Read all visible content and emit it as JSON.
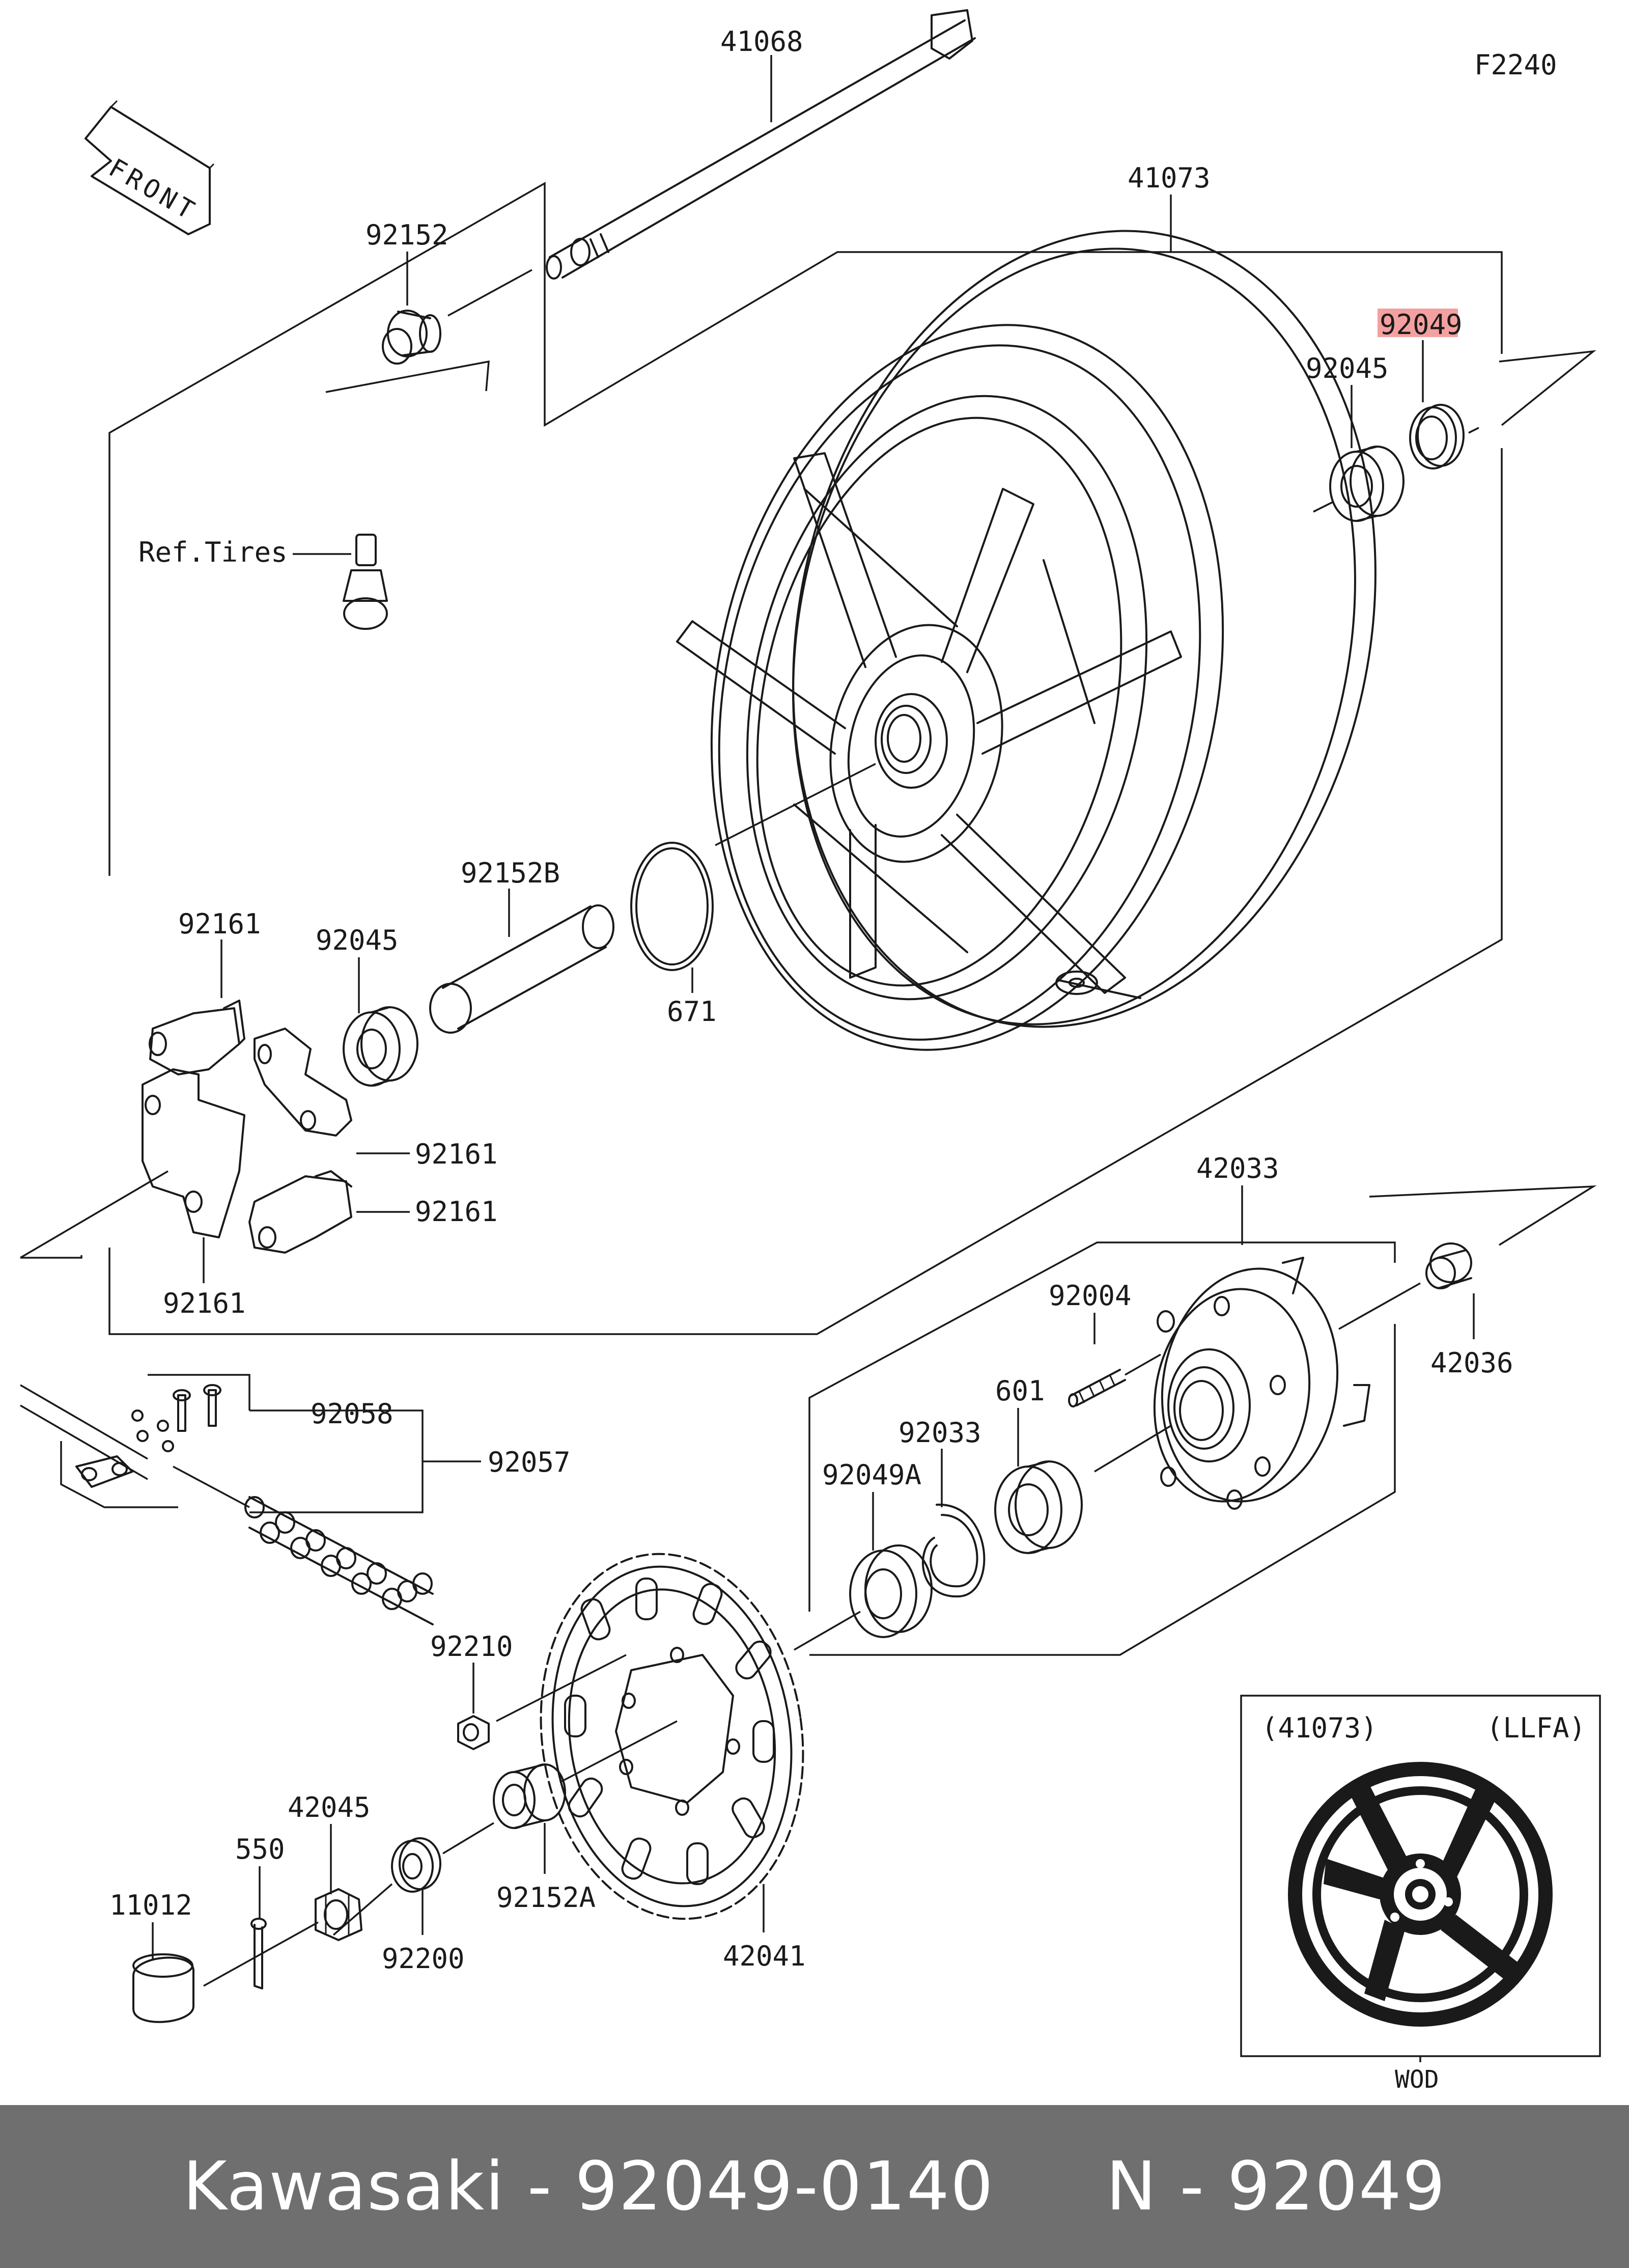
{
  "diagram_code": "F2240",
  "front_label": "FRONT",
  "labels": {
    "axle": "41068",
    "rim": "41073",
    "collar_axle": "92152",
    "oil_seal_hl": "92049",
    "bearing_right": "92045",
    "valve_ref": "Ref.Tires",
    "collar_center": "92152B",
    "bearing_left": "92045",
    "oring": "671",
    "damper_top": "92161",
    "damper_mid": "92161",
    "damper_low": "92161",
    "damper_bottom": "92161",
    "coupling": "42033",
    "stud": "92004",
    "collar_coupling": "42036",
    "circlip": "92033",
    "bearing_coupling": "601",
    "oil_seal_a": "92049A",
    "chain_link_pin": "92058",
    "chain": "92057",
    "nut_sprocket": "92210",
    "sprocket": "42041",
    "collar_a": "92152A",
    "axle_nut": "42045",
    "cotter_pin": "550",
    "washer": "92200",
    "cap": "11012"
  },
  "inset": {
    "ref_label": "(41073)",
    "color_code": "(LLFA)",
    "caption": "WOD"
  },
  "highlight_color": "#f08080",
  "footer": {
    "text": "Kawasaki - 92049-0140     N - 92049"
  }
}
